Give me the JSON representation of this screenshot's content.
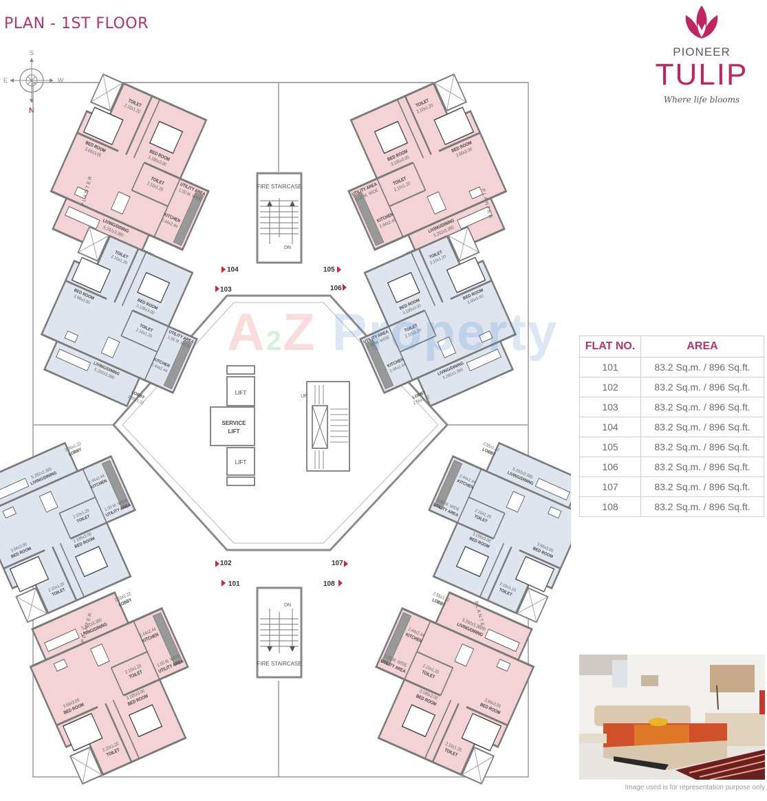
{
  "header": {
    "title": "PLAN - 1ST FLOOR"
  },
  "compass": {
    "north": "N",
    "south": "S",
    "east": "E",
    "west": "W",
    "icon": "compass-rose-icon"
  },
  "logo": {
    "icon": "tulip-flower-icon",
    "brand_top": "PIONEER",
    "brand_main": "TULIP",
    "tagline": "Where life blooms",
    "color": "#c02462"
  },
  "colors": {
    "pink_flat": "#f4d3d6",
    "blue_flat": "#dfe5ef",
    "wall": "#7a7a7a",
    "accent": "#b5336b"
  },
  "core": {
    "fire_staircase": "FIRE STAIRCASE",
    "lift": "LIFT",
    "service_lift": "SERVICE LIFT",
    "up": "UP",
    "dn": "DN",
    "planter": "PLANTER"
  },
  "rooms": {
    "toilet": "TOILET",
    "toilet_dim": "2.10x1.20",
    "bedroom": "BED ROOM",
    "master_bed_dim": "3.66x3.00",
    "second_bed_dim": "3.195x3.00",
    "living": "LIVING/DINING",
    "living_dim": "5.292x3.380",
    "kitchen": "KITCHEN",
    "kitchen_dim": "2.44x2.44",
    "lobby": "LOBBY",
    "lobby_dim": "2.55x1.22",
    "utility": "UTILITY AREA",
    "utility_dim": "1.00 M. WIDE"
  },
  "flats_on_plan": [
    "101",
    "102",
    "103",
    "104",
    "105",
    "106",
    "107",
    "108"
  ],
  "area_table": {
    "headers": [
      "FLAT NO.",
      "AREA"
    ],
    "rows": [
      {
        "flat": "101",
        "area": "83.2 Sq.m. / 896 Sq.ft."
      },
      {
        "flat": "102",
        "area": "83.2 Sq.m. / 896 Sq.ft."
      },
      {
        "flat": "103",
        "area": "83.2 Sq.m. / 896 Sq.ft."
      },
      {
        "flat": "104",
        "area": "83.2 Sq.m. / 896 Sq.ft."
      },
      {
        "flat": "105",
        "area": "83.2 Sq.m. / 896 Sq.ft."
      },
      {
        "flat": "106",
        "area": "83.2 Sq.m. / 896 Sq.ft."
      },
      {
        "flat": "107",
        "area": "83.2 Sq.m. / 896 Sq.ft."
      },
      {
        "flat": "108",
        "area": "83.2 Sq.m. / 896 Sq.ft."
      }
    ]
  },
  "photo": {
    "subject": "bedroom-interior-photo",
    "caption": "Image used is for representation purpose only"
  },
  "watermark": {
    "text_a": "A",
    "text_2": "2",
    "text_z": "Z",
    "text_rest": "Property"
  }
}
